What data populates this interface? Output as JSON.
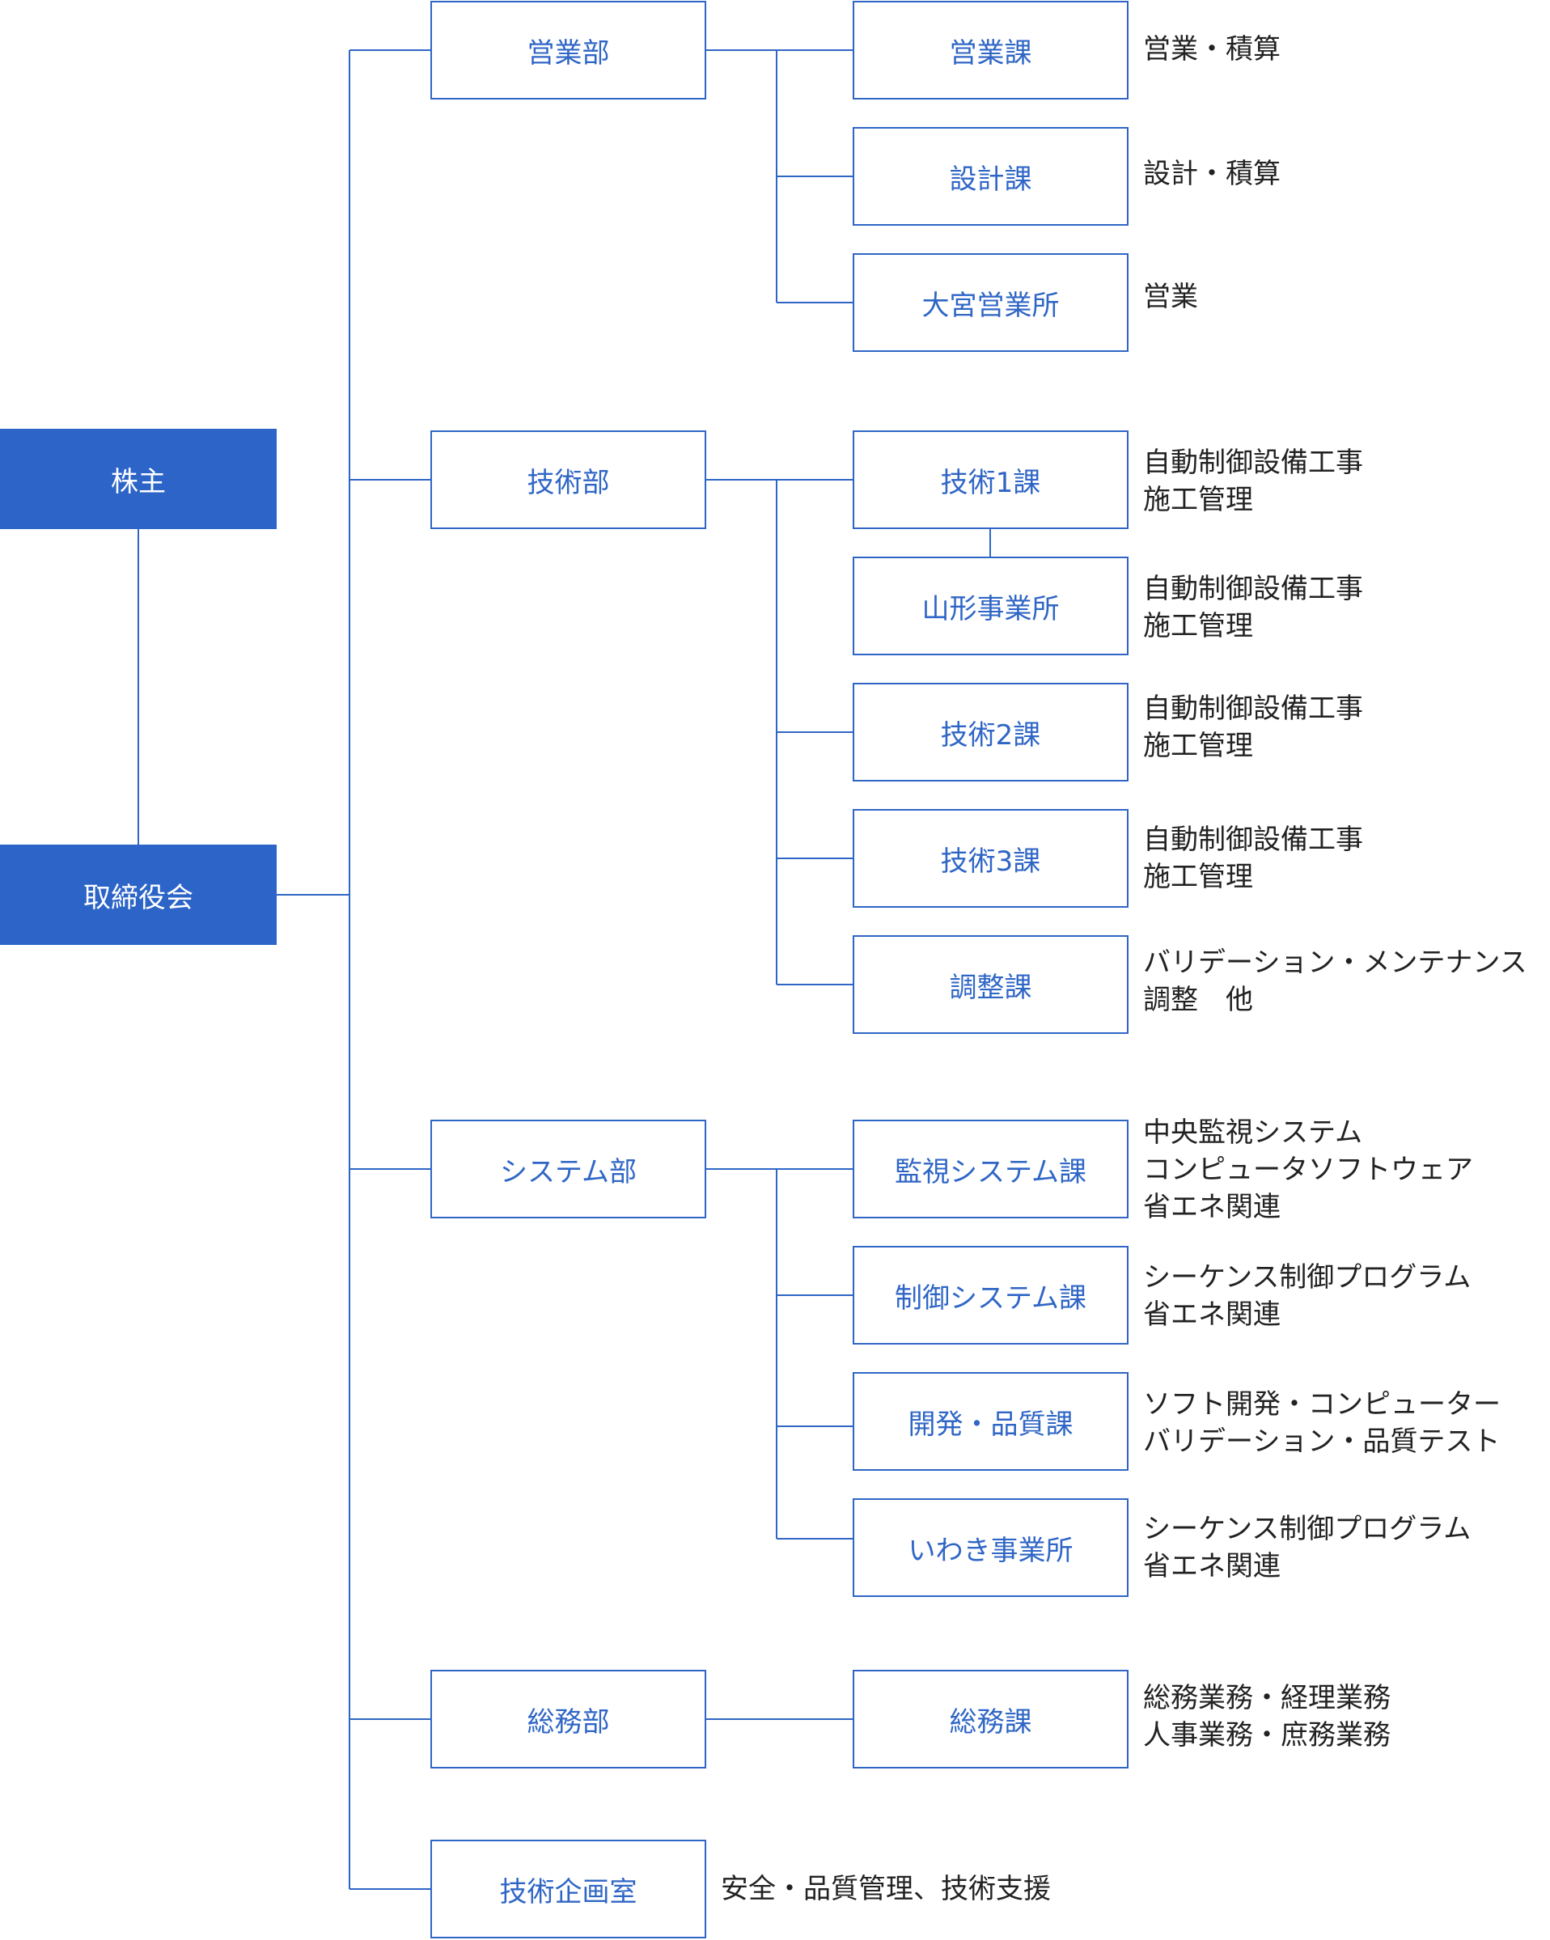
{
  "shareholders": {
    "label": "株主"
  },
  "board": {
    "label": "取締役会"
  },
  "departments": [
    {
      "label": "営業部",
      "sections": [
        {
          "label": "営業課",
          "desc": [
            "営業・積算"
          ]
        },
        {
          "label": "設計課",
          "desc": [
            "設計・積算"
          ]
        },
        {
          "label": "大宮営業所",
          "desc": [
            "営業"
          ]
        }
      ]
    },
    {
      "label": "技術部",
      "sections": [
        {
          "label": "技術1課",
          "desc": [
            "自動制御設備工事",
            "施工管理"
          ]
        },
        {
          "label": "山形事業所",
          "desc": [
            "自動制御設備工事",
            "施工管理"
          ]
        },
        {
          "label": "技術2課",
          "desc": [
            "自動制御設備工事",
            "施工管理"
          ]
        },
        {
          "label": "技術3課",
          "desc": [
            "自動制御設備工事",
            "施工管理"
          ]
        },
        {
          "label": "調整課",
          "desc": [
            "バリデーション・メンテナンス",
            "調整　他"
          ]
        }
      ]
    },
    {
      "label": "システム部",
      "sections": [
        {
          "label": "監視システム課",
          "desc": [
            "中央監視システム",
            "コンピュータソフトウェア",
            "省エネ関連"
          ]
        },
        {
          "label": "制御システム課",
          "desc": [
            "シーケンス制御プログラム",
            "省エネ関連"
          ]
        },
        {
          "label": "開発・品質課",
          "desc": [
            "ソフト開発・コンピューター",
            "バリデーション・品質テスト"
          ]
        },
        {
          "label": "いわき事業所",
          "desc": [
            "シーケンス制御プログラム",
            "省エネ関連"
          ]
        }
      ]
    },
    {
      "label": "総務部",
      "sections": [
        {
          "label": "総務課",
          "desc": [
            "総務業務・経理業務",
            "人事業務・庶務業務"
          ]
        }
      ]
    },
    {
      "label": "技術企画室",
      "desc": [
        "安全・品質管理、技術支援"
      ]
    }
  ]
}
